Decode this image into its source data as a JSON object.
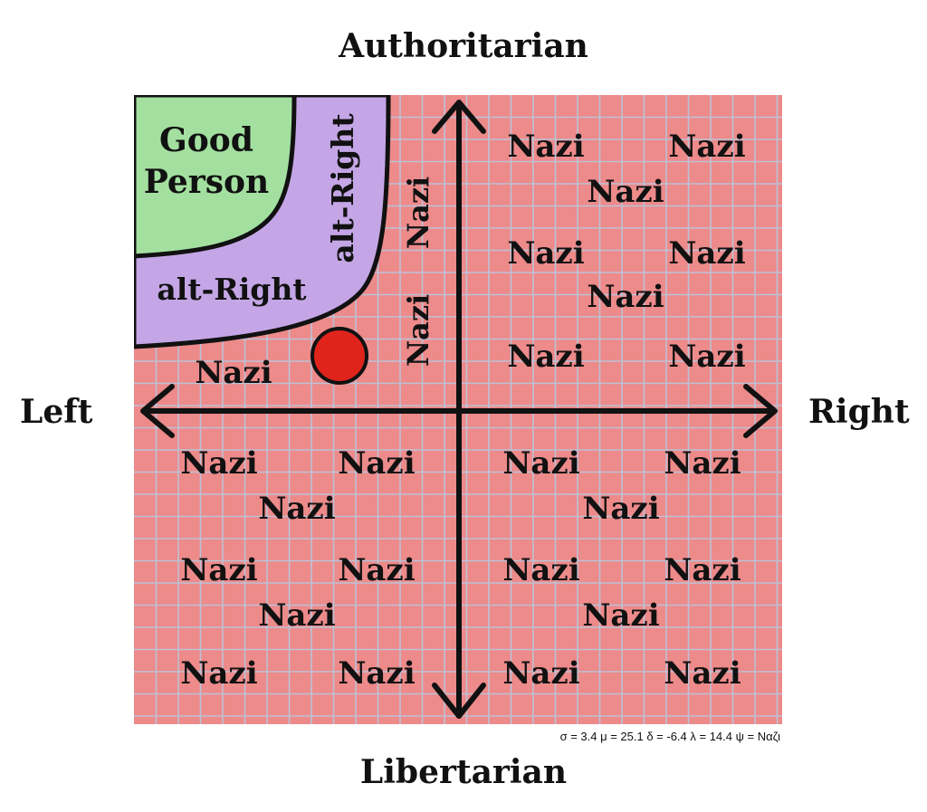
{
  "axes": {
    "top": "Authoritarian",
    "bottom": "Libertarian",
    "left": "Left",
    "right": "Right"
  },
  "regions": {
    "good_person_line1": "Good",
    "good_person_line2": "Person",
    "alt_right_horizontal": "alt-Right",
    "alt_right_vertical": "alt-Right"
  },
  "nazi_label": "Nazi",
  "stats": "σ = 3.4   μ = 25.1   δ = -6.4   λ = 14.4   ψ = Ναζι",
  "colors": {
    "background": "#ed8a8a",
    "grid_line": "#bcc2d6",
    "good_person": "#a3e0a0",
    "alt_right": "#c4a6e6",
    "marker": "#e0241c",
    "axis": "#111111"
  }
}
